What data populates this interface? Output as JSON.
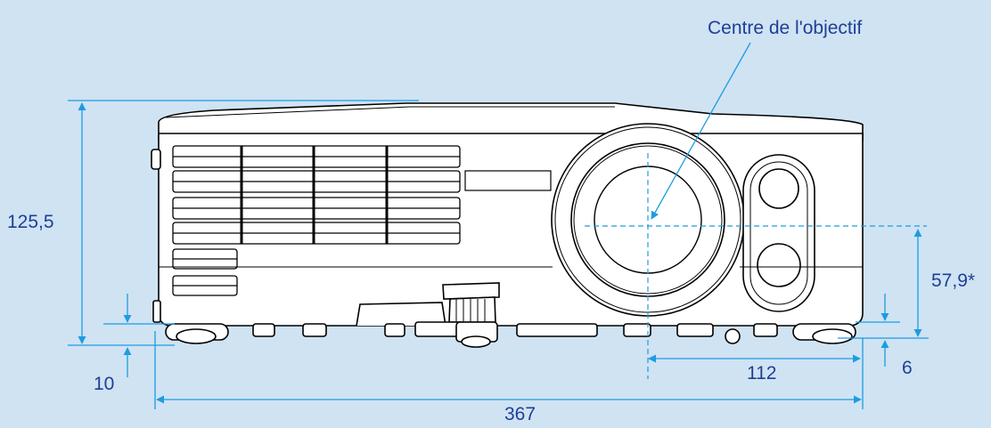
{
  "labels": {
    "lens_center": "Centre de l'objectif",
    "height": "125,5",
    "lens_height": "57,9*",
    "foot_front": "10",
    "foot_rear": "6",
    "lens_offset": "112",
    "width": "367"
  },
  "colors": {
    "background": "#cfe3f3",
    "dimension": "#1e9ce0",
    "text": "#1f3f95",
    "outline": "#000000",
    "body": "#ffffff"
  }
}
